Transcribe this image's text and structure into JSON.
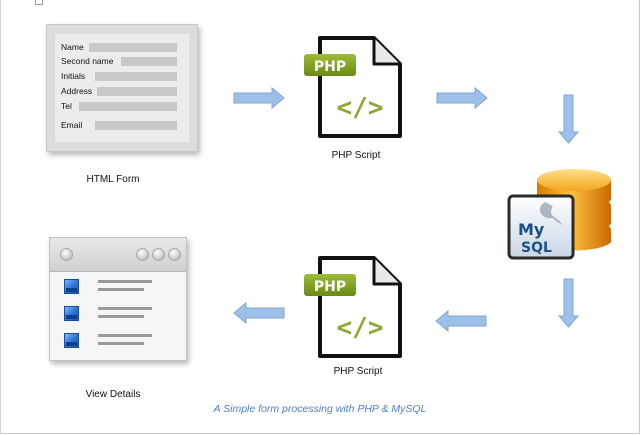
{
  "form": {
    "fields": [
      {
        "label": "Name"
      },
      {
        "label": "Second name"
      },
      {
        "label": "Initials"
      },
      {
        "label": "Address"
      },
      {
        "label": "Tel"
      },
      {
        "label": "Email"
      }
    ]
  },
  "captions": {
    "html_form": "HTML Form",
    "php_script_top": "PHP Script",
    "php_script_bottom": "PHP Script",
    "view_details": "View Details",
    "footer": "A Simple form processing with PHP & MySQL"
  },
  "php_icon": {
    "badge": "PHP",
    "code": "</>"
  },
  "mysql_icon": {
    "line1": "My",
    "line2": "SQL"
  },
  "colors": {
    "arrow": "#9cc0e8",
    "arrow_stroke": "#7ea6d6",
    "php_badge": "#7b9a1e",
    "php_code": "#8aa832",
    "footer_text": "#4f7fbf",
    "database": "#f0a020"
  }
}
